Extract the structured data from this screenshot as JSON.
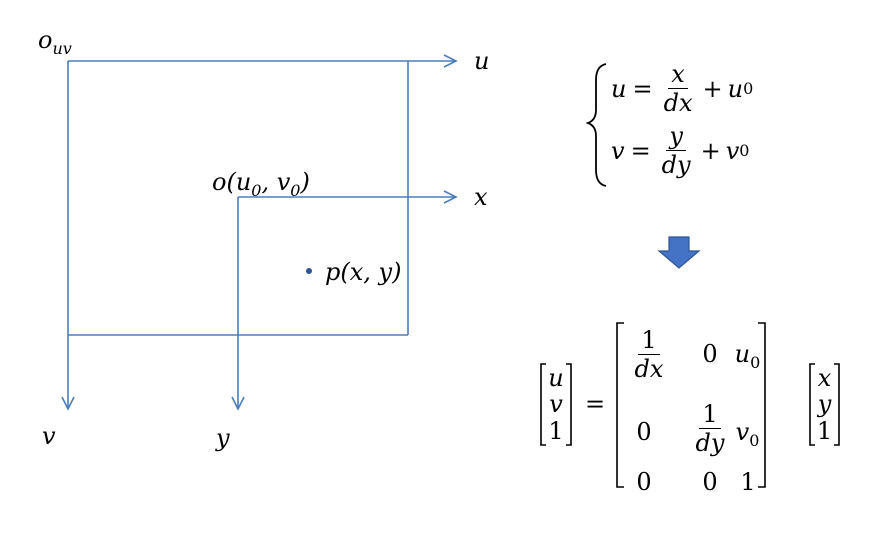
{
  "colors": {
    "axis": "#4a7ebb",
    "arrow": "#3f6db0",
    "point": "#2f5597",
    "text": "#000000"
  },
  "labels": {
    "origin_uv": {
      "base": "o",
      "sub": "uv"
    },
    "u_axis": "u",
    "v_axis": "v",
    "origin_xy": {
      "o": "o(u",
      "sub0": "0",
      "mid": ", v",
      "sub1": "0",
      "end": ")"
    },
    "x_axis": "x",
    "y_axis": "y",
    "point": "p(x, y)"
  },
  "system": {
    "u_lhs": "u",
    "eq": "=",
    "u_num": "x",
    "u_den": "dx",
    "plus": "+",
    "u0": "u",
    "u0_sub": "0",
    "v_lhs": "v",
    "v_num": "y",
    "v_den": "dy",
    "v0": "v",
    "v0_sub": "0"
  },
  "matrix_eq": {
    "lhs": [
      "u",
      "v",
      "1"
    ],
    "eq": "=",
    "m": {
      "r1c1_num": "1",
      "r1c1_den": "dx",
      "r1c2": "0",
      "r1c3": "u",
      "r1c3_sub": "0",
      "r2c1": "0",
      "r2c2_num": "1",
      "r2c2_den": "dy",
      "r2c3": "v",
      "r2c3_sub": "0",
      "r3c1": "0",
      "r3c2": "0",
      "r3c3": "1"
    },
    "rhs": [
      "x",
      "y",
      "1"
    ]
  },
  "icons": [
    "down-arrow-icon"
  ]
}
